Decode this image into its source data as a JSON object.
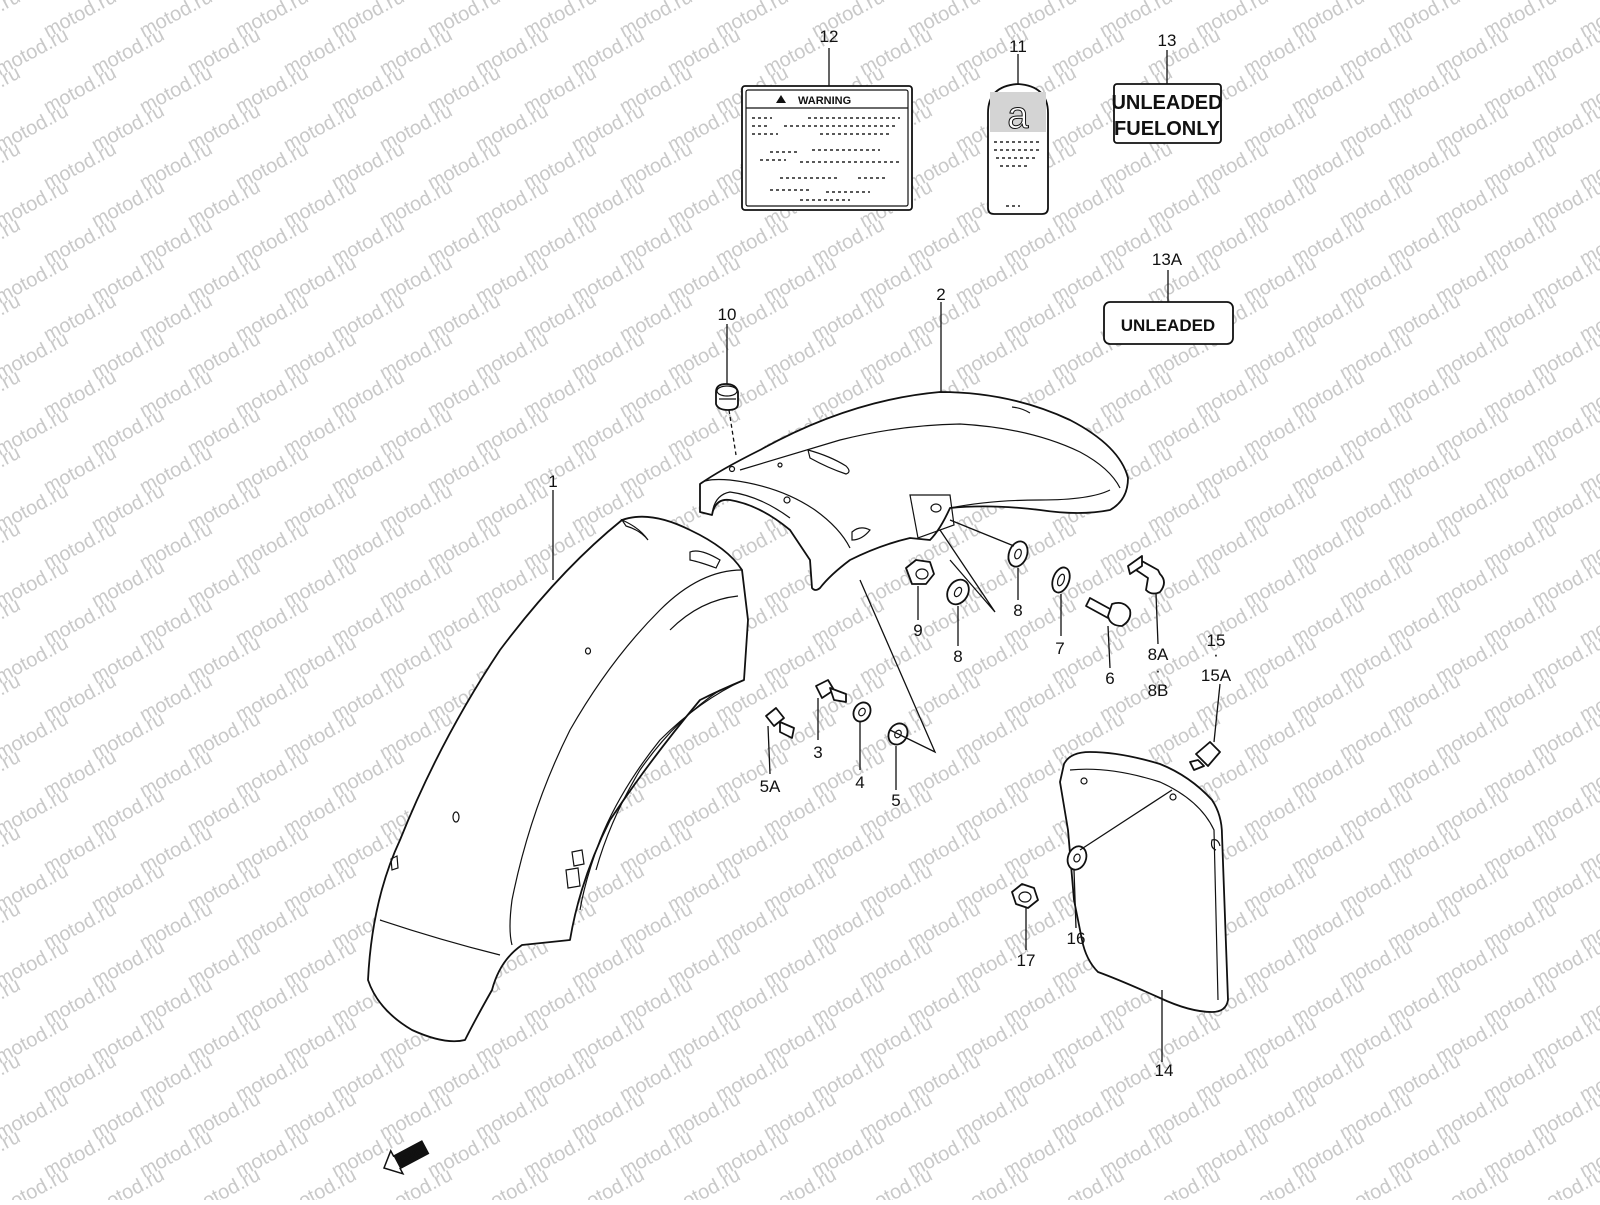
{
  "watermark": "motod.ru",
  "fwd_label": "FWD",
  "warning_label": {
    "heading": "WARNING"
  },
  "fuel_labels": {
    "full_line1": "UNLEADED",
    "full_line2": "FUELONLY",
    "short": "UNLEADED"
  },
  "sticker_11_letter": "a",
  "callouts": {
    "c1": "1",
    "c2": "2",
    "c3": "3",
    "c4": "4",
    "c5": "5",
    "c5a": "5A",
    "c6": "6",
    "c7": "7",
    "c8_top": "8",
    "c8_mid": "8",
    "c8a": "8A",
    "c8a_dot": "·",
    "c8b": "8B",
    "c9": "9",
    "c10": "10",
    "c11": "11",
    "c12": "12",
    "c13": "13",
    "c13a": "13A",
    "c14": "14",
    "c15": "15",
    "c15_dot": "·",
    "c15a": "15A",
    "c16": "16",
    "c17": "17"
  }
}
